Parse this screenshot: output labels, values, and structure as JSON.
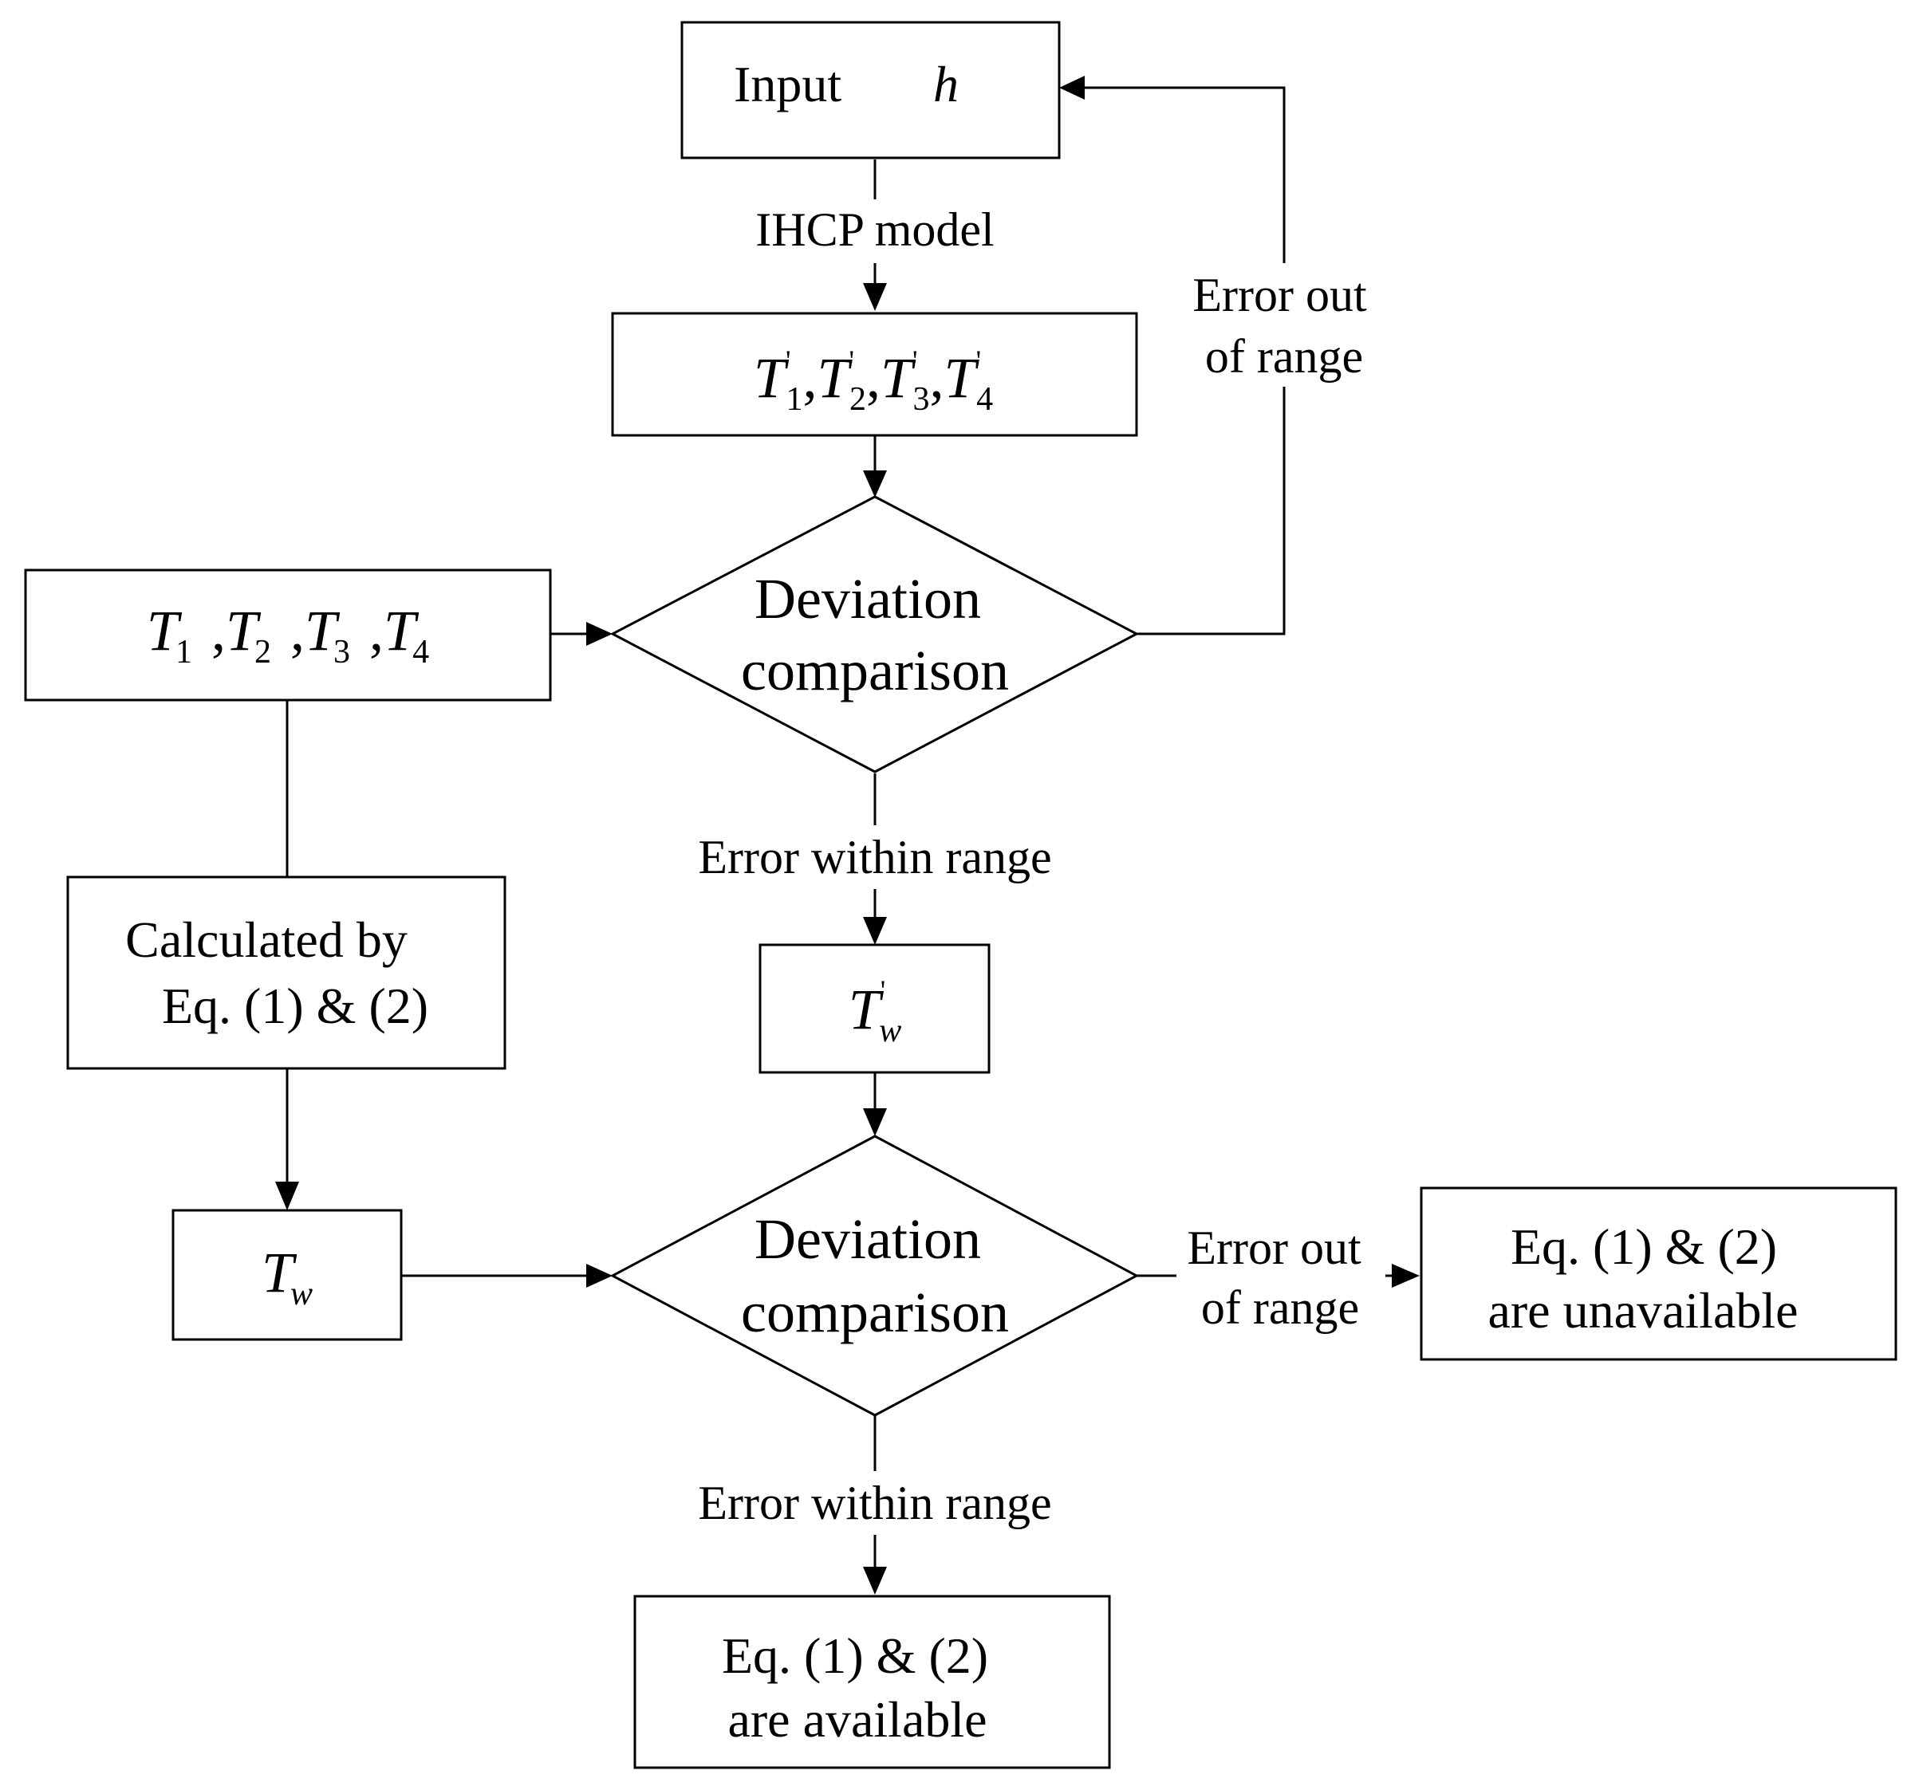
{
  "nodes": {
    "input_h": {
      "label": "Input",
      "var": "h"
    },
    "t_prime": {
      "terms": [
        {
          "base": "T",
          "prime": "'",
          "sub": "1"
        },
        {
          "base": "T",
          "prime": "'",
          "sub": "2"
        },
        {
          "base": "T",
          "prime": "'",
          "sub": "3"
        },
        {
          "base": "T",
          "prime": "'",
          "sub": "4"
        }
      ],
      "separator": ","
    },
    "t_measured": {
      "terms": [
        {
          "base": "T",
          "sub": "1"
        },
        {
          "base": "T",
          "sub": "2"
        },
        {
          "base": "T",
          "sub": "3"
        },
        {
          "base": "T",
          "sub": "4"
        }
      ],
      "separator": ","
    },
    "deviation_1": {
      "line1": "Deviation",
      "line2": "comparison"
    },
    "calculated": {
      "line1": "Calculated by",
      "line2": "Eq. (1) & (2)"
    },
    "tw_prime": {
      "base": "T",
      "prime": "'",
      "sub": "w"
    },
    "tw": {
      "base": "T",
      "sub": "w"
    },
    "deviation_2": {
      "line1": "Deviation",
      "line2": "comparison"
    },
    "unavailable": {
      "line1": "Eq. (1) & (2)",
      "line2": "are unavailable"
    },
    "available": {
      "line1": "Eq. (1) & (2)",
      "line2": "are available"
    }
  },
  "edges": {
    "ihcp_model": "IHCP model",
    "error_out_1": {
      "line1": "Error out",
      "line2": "of range"
    },
    "error_within_1": "Error within range",
    "error_out_2": {
      "line1": "Error out",
      "line2": "of range"
    },
    "error_within_2": "Error within range"
  }
}
